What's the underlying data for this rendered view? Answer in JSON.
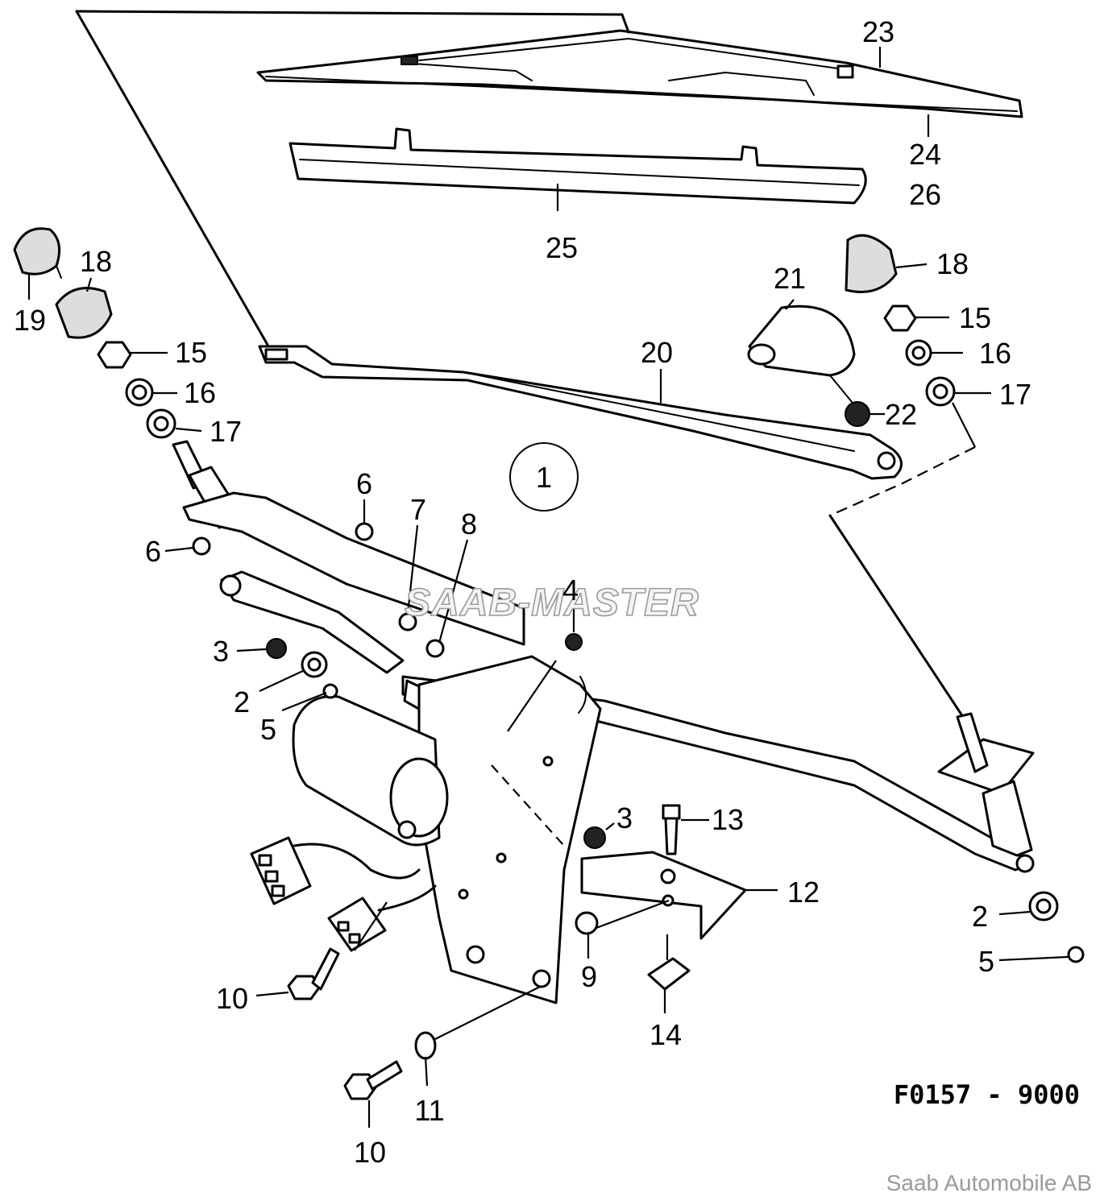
{
  "diagram": {
    "assembly_number": "1",
    "drawing_code": "F0157 - 9000",
    "watermark": "SAAB-MASTER",
    "credit": "Saab Automobile AB"
  },
  "callouts": [
    {
      "id": "c23",
      "label": "23"
    },
    {
      "id": "c24",
      "label": "24"
    },
    {
      "id": "c26",
      "label": "26"
    },
    {
      "id": "c25",
      "label": "25"
    },
    {
      "id": "c18a",
      "label": "18"
    },
    {
      "id": "c19",
      "label": "19"
    },
    {
      "id": "c15a",
      "label": "15"
    },
    {
      "id": "c16a",
      "label": "16"
    },
    {
      "id": "c17a",
      "label": "17"
    },
    {
      "id": "c21",
      "label": "21"
    },
    {
      "id": "c18b",
      "label": "18"
    },
    {
      "id": "c15b",
      "label": "15"
    },
    {
      "id": "c16b",
      "label": "16"
    },
    {
      "id": "c17b",
      "label": "17"
    },
    {
      "id": "c20",
      "label": "20"
    },
    {
      "id": "c22",
      "label": "22"
    },
    {
      "id": "c6a",
      "label": "6"
    },
    {
      "id": "c6b",
      "label": "6"
    },
    {
      "id": "c7",
      "label": "7"
    },
    {
      "id": "c8",
      "label": "8"
    },
    {
      "id": "c4",
      "label": "4"
    },
    {
      "id": "c3a",
      "label": "3"
    },
    {
      "id": "c2a",
      "label": "2"
    },
    {
      "id": "c5a",
      "label": "5"
    },
    {
      "id": "c3b",
      "label": "3"
    },
    {
      "id": "c13",
      "label": "13"
    },
    {
      "id": "c12",
      "label": "12"
    },
    {
      "id": "c2b",
      "label": "2"
    },
    {
      "id": "c5b",
      "label": "5"
    },
    {
      "id": "c9",
      "label": "9"
    },
    {
      "id": "c14",
      "label": "14"
    },
    {
      "id": "c10a",
      "label": "10"
    },
    {
      "id": "c11",
      "label": "11"
    },
    {
      "id": "c10b",
      "label": "10"
    }
  ]
}
